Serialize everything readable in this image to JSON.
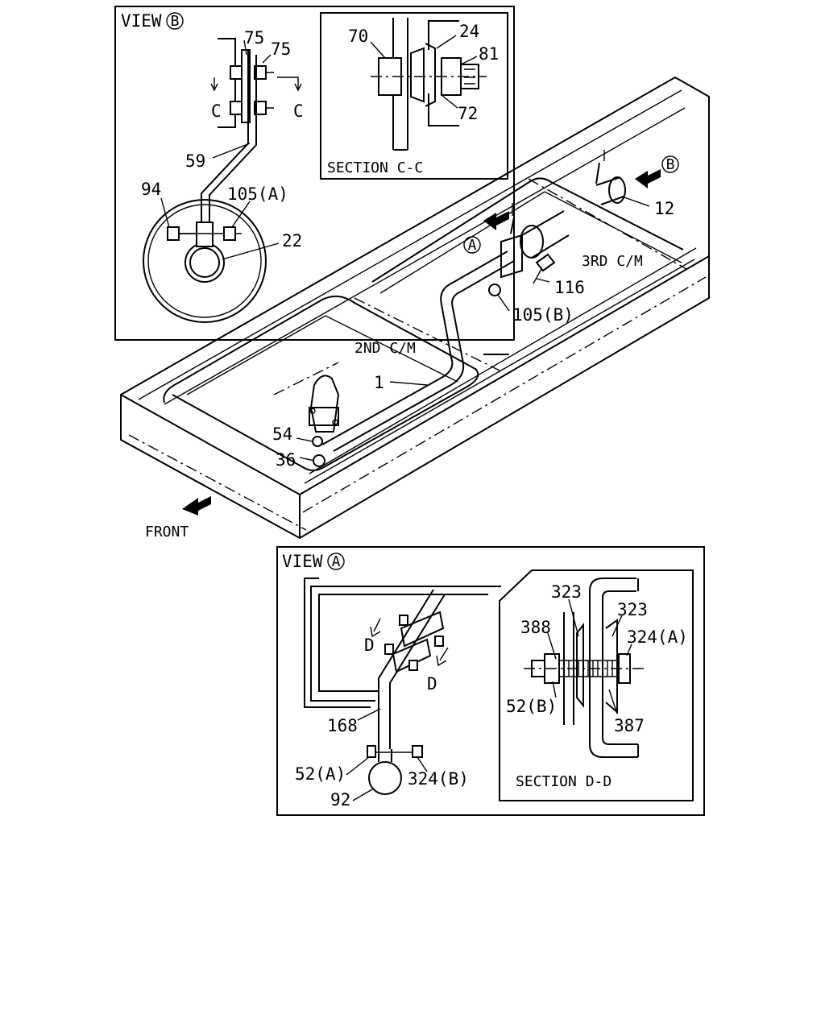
{
  "views": {
    "view_b": {
      "title": "VIEW",
      "marker": "B"
    },
    "view_a": {
      "title": "VIEW",
      "marker": "A"
    }
  },
  "sections": {
    "c": {
      "title": "SECTION C-C",
      "cut_letter": "C"
    },
    "d": {
      "title": "SECTION D-D",
      "cut_letter": "D"
    }
  },
  "main": {
    "crossmember_2": "2ND C/M",
    "crossmember_3": "3RD C/M",
    "front": "FRONT",
    "marker_a": "A",
    "marker_b": "B"
  },
  "callouts": {
    "p75a": "75",
    "p75b": "75",
    "p59": "59",
    "p94": "94",
    "p105a": "105(A)",
    "p22": "22",
    "p70": "70",
    "p24": "24",
    "p81": "81",
    "p72": "72",
    "p12": "12",
    "p116": "116",
    "p105b": "105(B)",
    "p1": "1",
    "p54": "54",
    "p36": "36",
    "p168": "168",
    "p52a": "52(A)",
    "p324b": "324(B)",
    "p92": "92",
    "p323a": "323",
    "p323b": "323",
    "p388": "388",
    "p324a": "324(A)",
    "p52b": "52(B)",
    "p387": "387"
  }
}
